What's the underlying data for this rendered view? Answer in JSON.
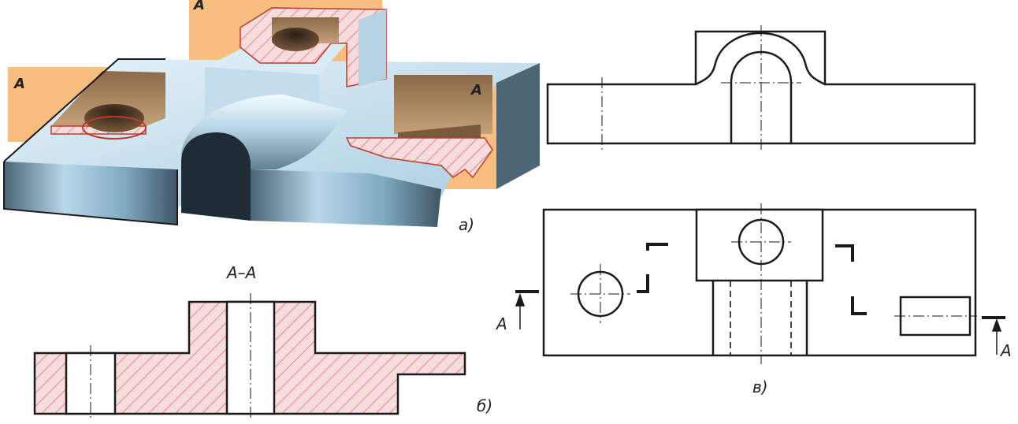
{
  "labels": {
    "view_a": "a)",
    "view_b": "б)",
    "view_v": "в)",
    "section_title": "A–A",
    "section_mark": "A",
    "cut_mark": "A"
  },
  "colors": {
    "hatch": "#e05a5a",
    "hatch_fill": "#f6dcdc",
    "cut_orange": "#f6b36e",
    "steel_light": "#d6eaf5",
    "steel_mid": "#9cc6dd",
    "steel_dark": "#3d5566",
    "line": "#1a1a1a"
  },
  "icons": [
    "section-arrow-icon"
  ]
}
